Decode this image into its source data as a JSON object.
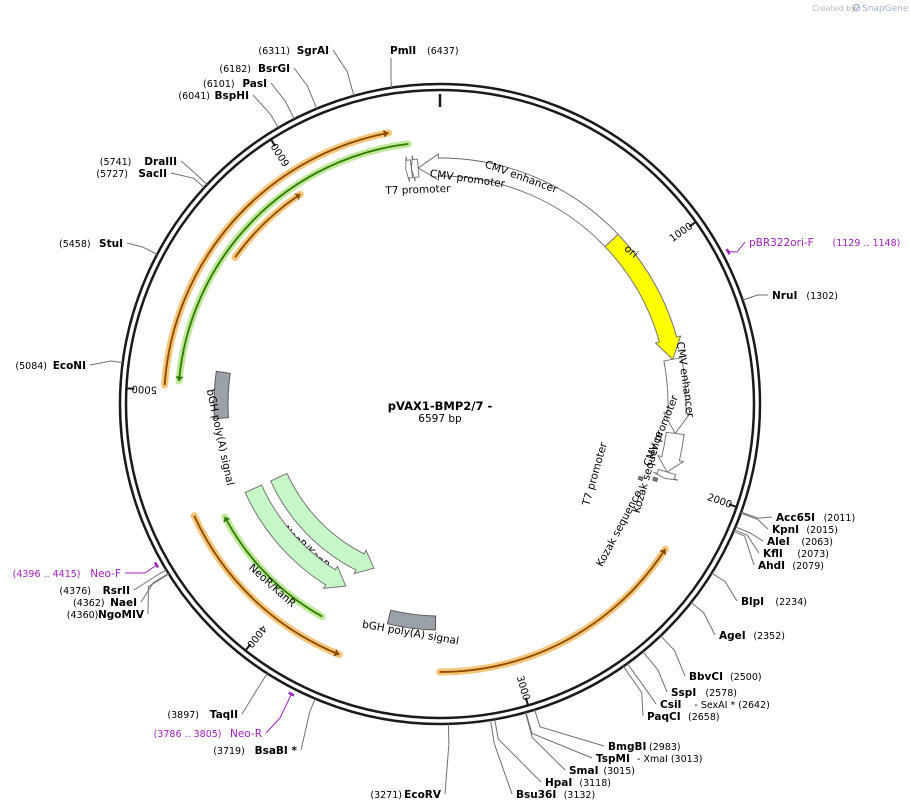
{
  "credit": {
    "text": "Created by",
    "logo": "SnapGene",
    "logo_icon": "snapgene-logo-icon"
  },
  "plasmid": {
    "name": "pVAX1-BMP2/7 -",
    "length_label": "6597 bp",
    "length_bp": 6597
  },
  "ticks": [
    {
      "bp": 1000,
      "label": "1000"
    },
    {
      "bp": 2000,
      "label": "2000"
    },
    {
      "bp": 3000,
      "label": "3000"
    },
    {
      "bp": 4000,
      "label": "4000"
    },
    {
      "bp": 5000,
      "label": "5000"
    },
    {
      "bp": 6000,
      "label": "6000"
    }
  ],
  "enzymes": [
    {
      "name": "PmlI",
      "pos": "(6437)",
      "bp": 6437
    },
    {
      "name": "SgrAI",
      "pos": "(6311)",
      "bp": 6311
    },
    {
      "name": "BsrGI",
      "pos": "(6182)",
      "bp": 6182
    },
    {
      "name": "PasI",
      "pos": "(6101)",
      "bp": 6101
    },
    {
      "name": "BspHI",
      "pos": "(6041)",
      "bp": 6041
    },
    {
      "name": "DraIII",
      "pos": "(5741)",
      "bp": 5741
    },
    {
      "name": "SacII",
      "pos": "(5727)",
      "bp": 5727
    },
    {
      "name": "StuI",
      "pos": "(5458)",
      "bp": 5458
    },
    {
      "name": "EcoNI",
      "pos": "(5084)",
      "bp": 5084
    },
    {
      "name": "NruI",
      "pos": "(1302)",
      "bp": 1302
    },
    {
      "name": "Acc65I",
      "pos": "(2011)",
      "bp": 2011
    },
    {
      "name": "KpnI",
      "pos": "(2015)",
      "bp": 2015
    },
    {
      "name": "AleI",
      "pos": "(2063)",
      "bp": 2063
    },
    {
      "name": "KflI",
      "pos": "(2073)",
      "bp": 2073
    },
    {
      "name": "AhdI",
      "pos": "(2079)",
      "bp": 2079
    },
    {
      "name": "BlpI",
      "pos": "(2234)",
      "bp": 2234
    },
    {
      "name": "AgeI",
      "pos": "(2352)",
      "bp": 2352
    },
    {
      "name": "BbvCI",
      "pos": "(2500)",
      "bp": 2500
    },
    {
      "name": "SspI",
      "pos": "(2578)",
      "bp": 2578
    },
    {
      "name": "CsiI",
      "pos": "- SexAI *  (2642)",
      "bp": 2642
    },
    {
      "name": "PaqCI",
      "pos": "(2658)",
      "bp": 2658
    },
    {
      "name": "BmgBI",
      "pos": "(2983)",
      "bp": 2983
    },
    {
      "name": "TspMI",
      "pos": "- XmaI  (3013)",
      "bp": 3013
    },
    {
      "name": "SmaI",
      "pos": "(3015)",
      "bp": 3015
    },
    {
      "name": "HpaI",
      "pos": "(3118)",
      "bp": 3118
    },
    {
      "name": "Bsu36I",
      "pos": "(3132)",
      "bp": 3132
    },
    {
      "name": "EcoRV",
      "pos": "(3271)",
      "bp": 3271
    },
    {
      "name": "BsaBI *",
      "pos": "(3719)",
      "bp": 3719
    },
    {
      "name": "TaqII",
      "pos": "(3897)",
      "bp": 3897
    },
    {
      "name": "NgoMIV",
      "pos": "(4360)",
      "bp": 4360
    },
    {
      "name": "NaeI",
      "pos": "(4362)",
      "bp": 4362
    },
    {
      "name": "RsrII",
      "pos": "(4376)",
      "bp": 4376
    }
  ],
  "primers": [
    {
      "name": "pBR322ori-F",
      "pos": "(1129 .. 1148)",
      "start": 1129,
      "end": 1148
    },
    {
      "name": "Neo-F",
      "pos": "(4396 .. 4415)",
      "start": 4396,
      "end": 4415
    },
    {
      "name": "Neo-R",
      "pos": "(3786 .. 3805)",
      "start": 3786,
      "end": 3805
    }
  ],
  "features": [
    {
      "name": "CMV enhancer",
      "type": "enhancer",
      "start": 6500,
      "end": 850,
      "strand": -1,
      "color": "#ffffff"
    },
    {
      "name": "CMV promoter",
      "type": "promoter",
      "start": 6470,
      "end": 6500,
      "strand": -1,
      "color": "#ffffff"
    },
    {
      "name": "T7 promoter",
      "type": "promoter",
      "start": 6445,
      "end": 6470,
      "strand": -1,
      "color": "#ffffff"
    },
    {
      "name": "ori",
      "type": "rep_origin",
      "start": 850,
      "end": 1450,
      "strand": 1,
      "color": "#ffff00"
    },
    {
      "name": "CMV enhancer",
      "type": "enhancer",
      "start": 1450,
      "end": 1780,
      "strand": 1,
      "color": "#ffffff"
    },
    {
      "name": "CMV promoter",
      "type": "promoter",
      "start": 1780,
      "end": 1955,
      "strand": 1,
      "color": "#ffffff"
    },
    {
      "name": "T7 promoter",
      "type": "promoter",
      "start": 1955,
      "end": 1985,
      "strand": 1,
      "color": "#ffffff"
    },
    {
      "name": "Kozak sequence",
      "type": "regulatory",
      "start": 1995,
      "end": 2010,
      "strand": 0,
      "color": "#808080"
    },
    {
      "name": "Kozak sequence",
      "type": "regulatory",
      "start": 2015,
      "end": 2030,
      "strand": 0,
      "color": "#808080"
    },
    {
      "name": "bGH poly(A) signal",
      "type": "polyA",
      "start": 3320,
      "end": 3545,
      "strand": 0,
      "color": "#9aa1a8"
    },
    {
      "name": "NeoR/KanR",
      "type": "CDS",
      "start": 3700,
      "end": 4500,
      "strand": -1,
      "color": "#c6f7c6"
    },
    {
      "name": "NeoR/KanR",
      "type": "CDS",
      "start": 3800,
      "end": 4500,
      "strand": -1,
      "color": "#c6f7c6"
    },
    {
      "name": "bGH poly(A) signal",
      "type": "polyA",
      "start": 4880,
      "end": 5100,
      "strand": 0,
      "color": "#9aa1a8"
    }
  ],
  "translations": [
    {
      "start": 2250,
      "end": 3300,
      "strand": -1,
      "color": "#8a4a00",
      "halo": "#f5c67a"
    },
    {
      "start": 3700,
      "end": 4500,
      "strand": -1,
      "color": "#8a4a00",
      "halo": "#f5c67a"
    },
    {
      "start": 3830,
      "end": 4440,
      "strand": 1,
      "color": "#2f7a00",
      "halo": "#bfe89a"
    },
    {
      "start": 5020,
      "end": 6400,
      "strand": 1,
      "color": "#8a4a00",
      "halo": "#f5c67a"
    },
    {
      "start": 5600,
      "end": 5980,
      "strand": 1,
      "color": "#8a4a00",
      "halo": "#f5c67a"
    },
    {
      "start": 5040,
      "end": 6470,
      "strand": -1,
      "color": "#2f7a00",
      "halo": "#bfe89a"
    }
  ],
  "colors": {
    "backbone": "#1a1a1a",
    "primer": "#a020c0",
    "leader": "#707070"
  }
}
